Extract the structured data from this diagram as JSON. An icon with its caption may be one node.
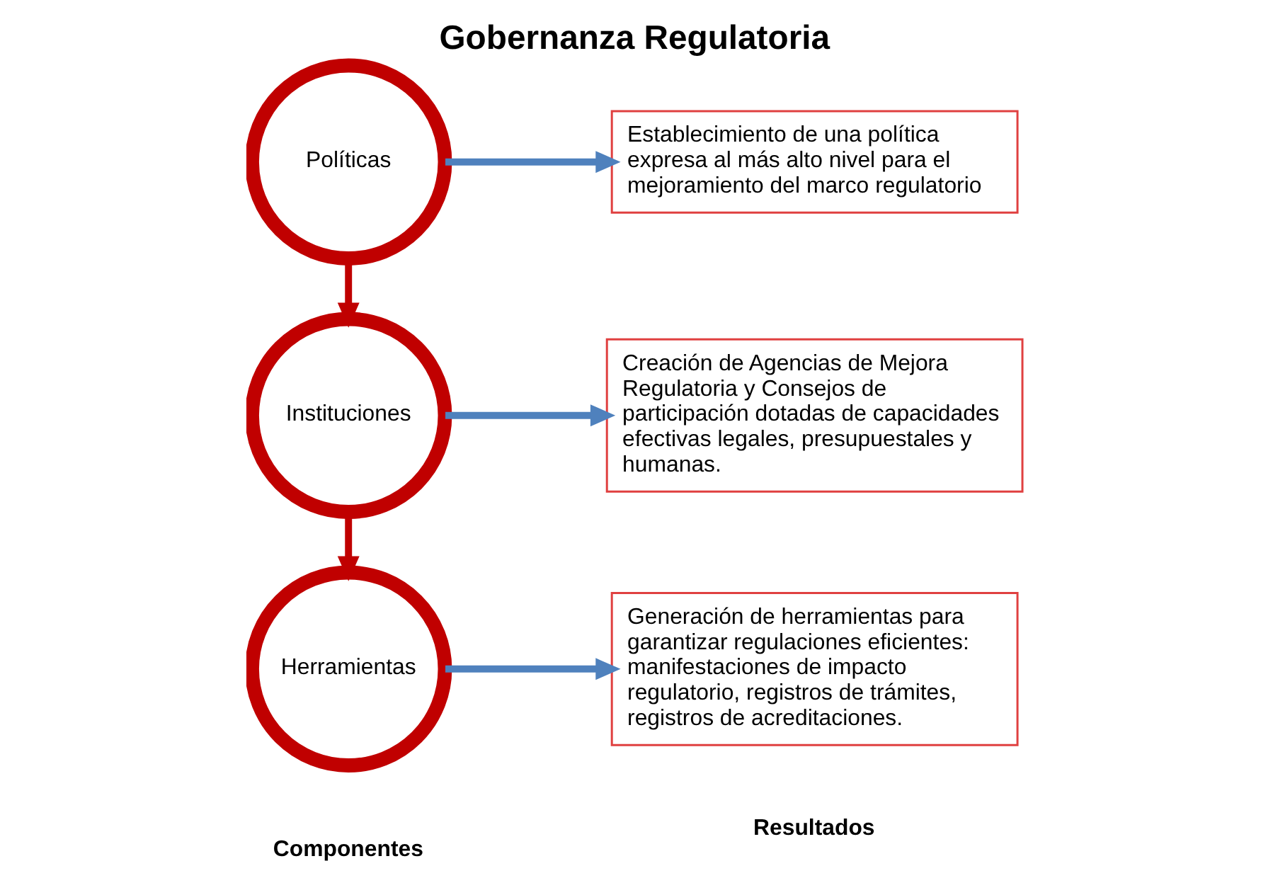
{
  "diagram": {
    "title": "Gobernanza Regulatoria",
    "nodes": [
      {
        "text": [
          "Políticas"
        ]
      },
      {
        "text": [
          "Instituciones"
        ]
      },
      {
        "text": [
          "Herramientas"
        ]
      },
      {
        "text": [
          "Establecimiento de una política expresa al más alto nivel para el mejoramiento del marco regulatorio"
        ]
      },
      {
        "text": [
          "Creación de Agencias de Mejora Regulatoria y Consejos de participación dotadas de capacidades efectivas legales, presupuestales y humanas."
        ]
      },
      {
        "text": [
          "Generación de herramientas para garantizar regulaciones eficientes: manifestaciones de impacto regulatorio, registros de trámites, registros de acreditaciones."
        ]
      }
    ],
    "edges": [
      {
        "from": 0,
        "to": 1,
        "arrow": "to",
        "color": "#c00000"
      },
      {
        "from": 1,
        "to": 2,
        "arrow": "to",
        "color": "#c00000"
      },
      {
        "from": 0,
        "to": 3,
        "arrow": "to"
      },
      {
        "from": 1,
        "to": 4,
        "arrow": "to"
      },
      {
        "from": 2,
        "to": 5,
        "arrow": "to"
      }
    ],
    "labels": [
      "Componentes",
      "Resultados"
    ]
  }
}
